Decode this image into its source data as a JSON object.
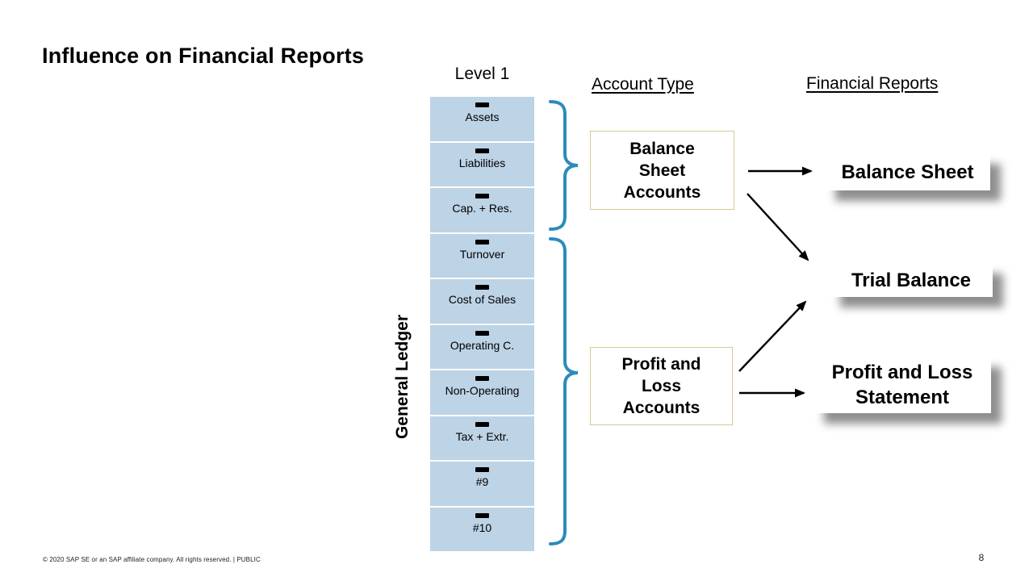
{
  "colors": {
    "ledger_fill": "#bdd3e6",
    "brace": "#2b8cba",
    "account_border": "#d6ca90",
    "shadow": "#8f8f8f"
  },
  "slide": {
    "title": "Influence on Financial Reports",
    "page_number": "8",
    "footer": "© 2020 SAP SE or an SAP affiliate company. All rights reserved.  |  PUBLIC"
  },
  "ledger": {
    "column_header": "Level 1",
    "side_label": "General Ledger",
    "items": [
      "Assets",
      "Liabilities",
      "Cap. + Res.",
      "Turnover",
      "Cost of Sales",
      "Operating C.",
      "Non-Operating",
      "Tax + Extr.",
      "#9",
      "#10"
    ]
  },
  "headers": {
    "account_type": "Account Type",
    "financial_reports": "Financial Reports"
  },
  "account_types": {
    "balance_sheet": "Balance\nSheet\nAccounts",
    "profit_loss": "Profit and\nLoss\nAccounts"
  },
  "reports": {
    "balance_sheet": "Balance Sheet",
    "trial_balance": "Trial Balance",
    "profit_loss": "Profit and Loss\nStatement"
  }
}
